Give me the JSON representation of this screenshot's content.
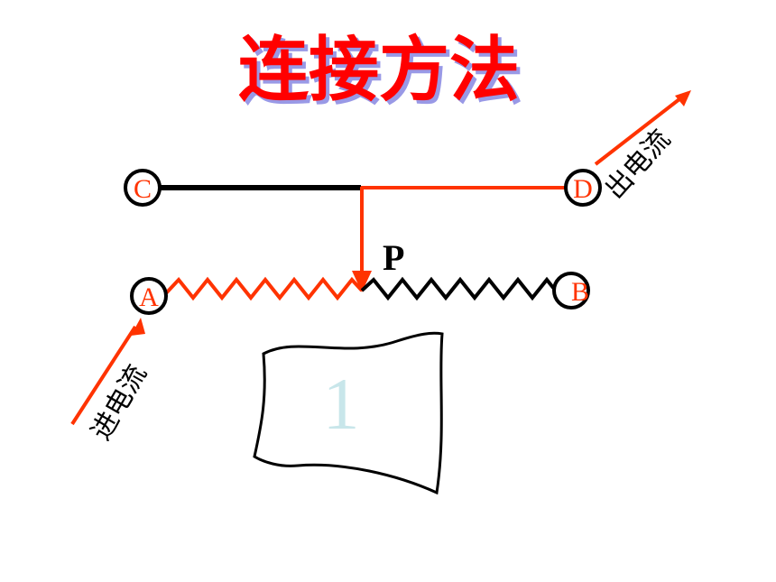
{
  "title": "连接方法",
  "terminals": {
    "a": "A",
    "b": "B",
    "c": "C",
    "d": "D"
  },
  "slider_label": "P",
  "current_in": "进电流",
  "current_out": "出电流",
  "box_number": "1",
  "colors": {
    "title_fill": "#ff0000",
    "title_shadow": "#9999e6",
    "active_wire": "#ff3300",
    "inactive_wire": "#000000",
    "box_number": "#c8e6ea"
  }
}
